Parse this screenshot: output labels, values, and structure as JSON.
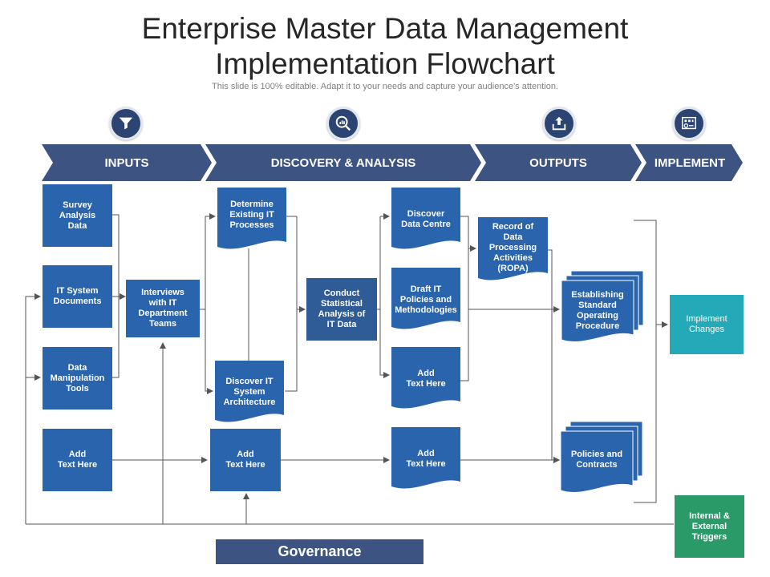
{
  "title": "Enterprise Master Data Management\nImplementation Flowchart",
  "subtitle": "This slide is 100% editable. Adapt it to your needs and capture your audience's attention.",
  "colors": {
    "phase": "#3d5381",
    "icon": "#2b4471",
    "node_blue": "#2a64ad",
    "node_teal": "#23a9b8",
    "node_green": "#2b9a69",
    "wire": "#555555"
  },
  "phases": [
    {
      "label": "INPUTS",
      "icon": "funnel-icon"
    },
    {
      "label": "DISCOVERY & ANALYSIS",
      "icon": "magnifier-chart-icon"
    },
    {
      "label": "OUTPUTS",
      "icon": "upload-box-icon"
    },
    {
      "label": "IMPLEMENT",
      "icon": "blueprint-gear-icon"
    }
  ],
  "nodes": {
    "survey": "Survey\nAnalysis\nData",
    "it_system_docs": "IT System\nDocuments",
    "data_manipulation": "Data\nManipulation\nTools",
    "add_text_1": "Add\nText Here",
    "interviews": "Interviews\nwith IT\nDepartment\nTeams",
    "determine_existing": "Determine\nExisting IT\nProcesses",
    "discover_architecture": "Discover IT\nSystem\nArchitecture",
    "add_text_2": "Add\nText Here",
    "conduct_statistical": "Conduct\nStatistical\nAnalysis of\nIT Data",
    "discover_data_centre": "Discover\nData Centre",
    "draft_policies": "Draft IT\nPolicies and\nMethodologies",
    "add_text_3": "Add\nText Here",
    "add_text_4": "Add\nText Here",
    "ropa": "Record of\nData\nProcessing\nActivities\n(ROPA)",
    "standard_procedure": "Establishing\nStandard\nOperating\nProcedure",
    "policies_contracts": "Policies and\nContracts",
    "implement_changes": "Implement\nChanges",
    "triggers": "Internal &\nExternal\nTriggers"
  },
  "governance": "Governance"
}
